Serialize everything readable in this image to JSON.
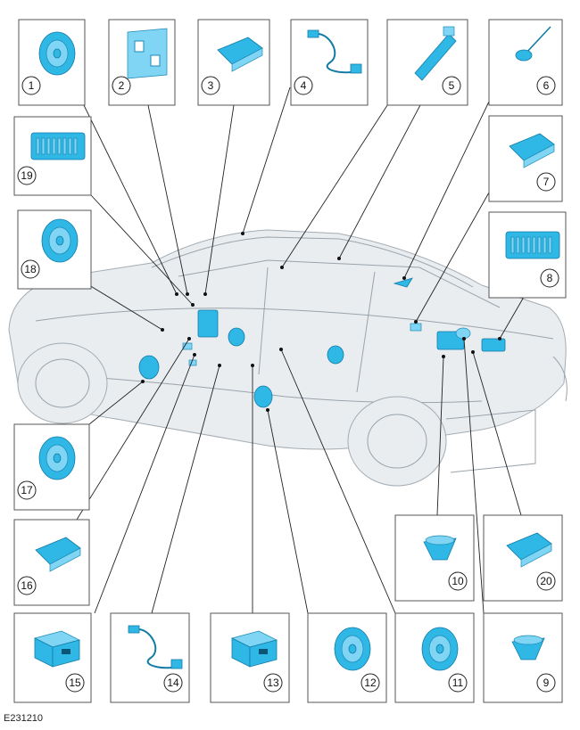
{
  "figure_code": "E231210",
  "callouts": [
    {
      "id": "1",
      "icon": "speaker-icon"
    },
    {
      "id": "2",
      "icon": "bracket-icon"
    },
    {
      "id": "3",
      "icon": "module-icon"
    },
    {
      "id": "4",
      "icon": "wiring-harness-icon"
    },
    {
      "id": "5",
      "icon": "antenna-module-icon"
    },
    {
      "id": "6",
      "icon": "microphone-icon"
    },
    {
      "id": "7",
      "icon": "module-icon"
    },
    {
      "id": "8",
      "icon": "amplifier-icon"
    },
    {
      "id": "9",
      "icon": "tweeter-icon"
    },
    {
      "id": "10",
      "icon": "tweeter-icon"
    },
    {
      "id": "11",
      "icon": "speaker-icon"
    },
    {
      "id": "12",
      "icon": "speaker-icon"
    },
    {
      "id": "13",
      "icon": "usb-port-icon"
    },
    {
      "id": "14",
      "icon": "wiring-harness-icon"
    },
    {
      "id": "15",
      "icon": "usb-port-icon"
    },
    {
      "id": "16",
      "icon": "module-icon"
    },
    {
      "id": "17",
      "icon": "speaker-icon"
    },
    {
      "id": "18",
      "icon": "speaker-icon"
    },
    {
      "id": "19",
      "icon": "amplifier-icon"
    },
    {
      "id": "20",
      "icon": "module-icon"
    }
  ],
  "colors": {
    "part": "#2fb7e6",
    "part_outline": "#137ca6",
    "car_body": "#e9edf0",
    "car_outline": "#a3acb4",
    "line": "#222222"
  }
}
